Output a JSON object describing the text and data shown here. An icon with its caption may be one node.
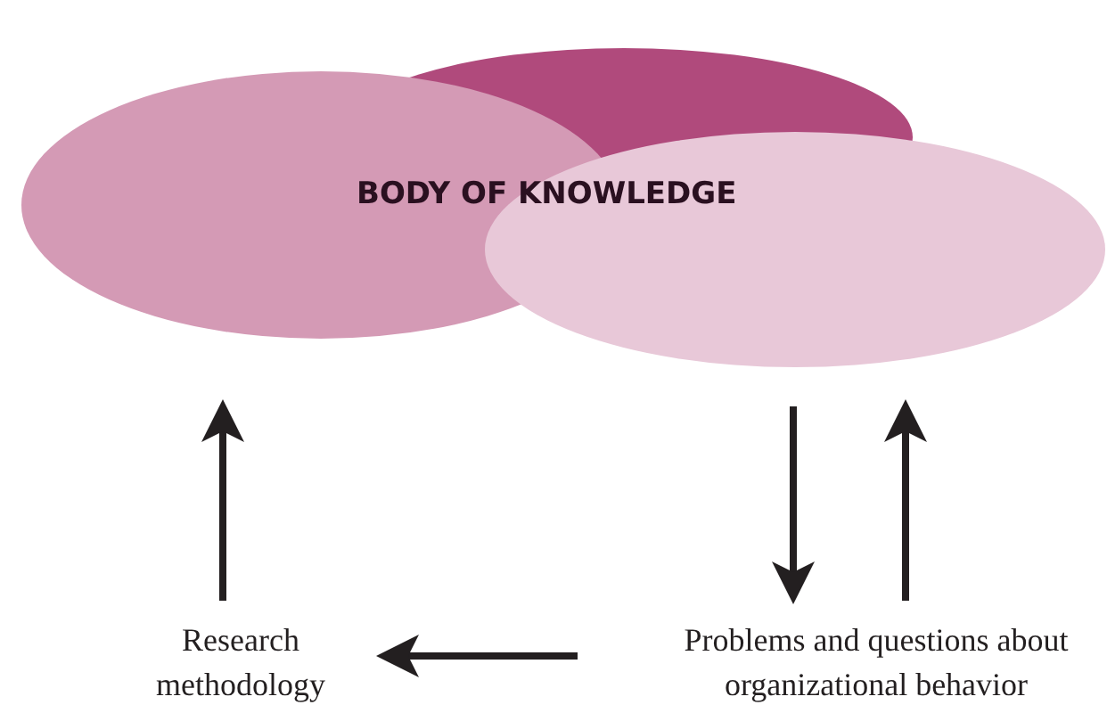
{
  "diagram": {
    "nodes": [
      {
        "text": [
          "BODY OF KNOWLEDGE"
        ]
      },
      {
        "text": [
          "Research methodology"
        ]
      },
      {
        "text": [
          "Problems and questions about organizational behavior"
        ]
      }
    ],
    "edges": [
      {
        "from": 1,
        "to": 0,
        "arrow": "to"
      },
      {
        "from": 0,
        "to": 2,
        "arrow": "to"
      },
      {
        "from": 2,
        "to": 0,
        "arrow": "to"
      },
      {
        "from": 2,
        "to": 1,
        "arrow": "to"
      }
    ]
  }
}
